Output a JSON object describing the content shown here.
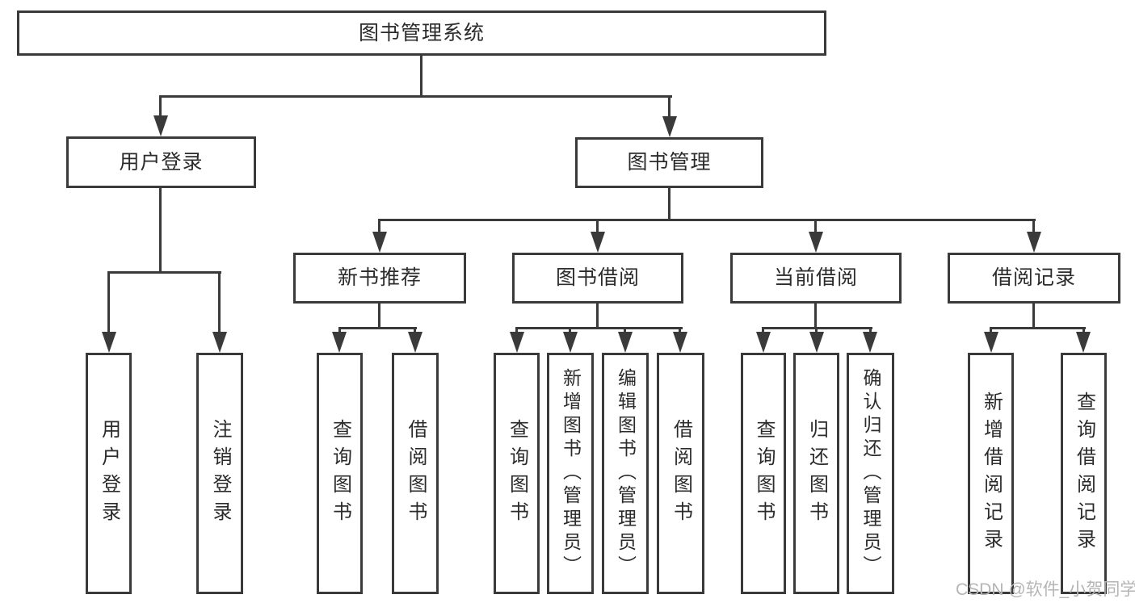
{
  "diagram": {
    "root": {
      "label": "图书管理系统"
    },
    "level2": [
      {
        "label": "用户登录"
      },
      {
        "label": "图书管理"
      }
    ],
    "level3": [
      {
        "label": "新书推荐"
      },
      {
        "label": "图书借阅"
      },
      {
        "label": "当前借阅"
      },
      {
        "label": "借阅记录"
      }
    ],
    "level4": [
      {
        "label": "用户登录"
      },
      {
        "label": "注销登录"
      },
      {
        "label": "查询图书"
      },
      {
        "label": "借阅图书"
      },
      {
        "label": "查询图书"
      },
      {
        "label": "新增图书（管理员）"
      },
      {
        "label": "编辑图书（管理员）"
      },
      {
        "label": "借阅图书"
      },
      {
        "label": "查询图书"
      },
      {
        "label": "归还图书"
      },
      {
        "label": "确认归还（管理员）"
      },
      {
        "label": "新增借阅记录"
      },
      {
        "label": "查询借阅记录"
      }
    ]
  },
  "watermark": {
    "text": "CSDN @软件_小贺同学"
  },
  "colors": {
    "line": "#3a3a3a",
    "text": "#2b2b2b",
    "watermark": "#b5b5b5",
    "background": "#ffffff"
  }
}
